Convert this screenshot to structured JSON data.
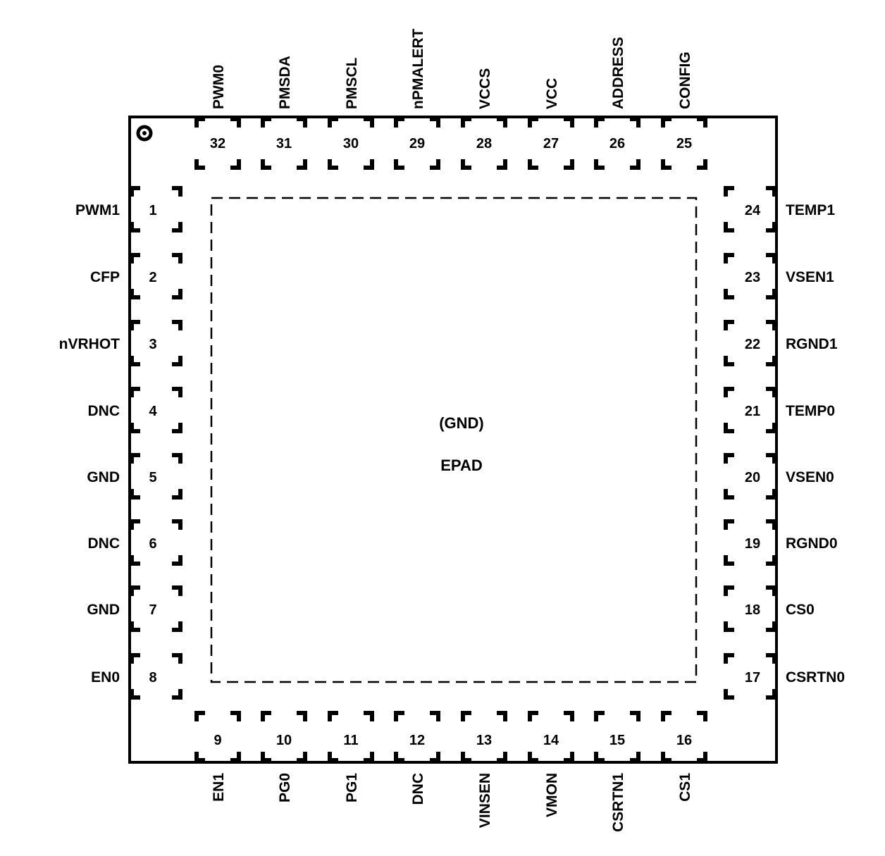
{
  "pins": {
    "left": [
      {
        "num": "1",
        "name": "PWM1"
      },
      {
        "num": "2",
        "name": "CFP"
      },
      {
        "num": "3",
        "name": "nVRHOT"
      },
      {
        "num": "4",
        "name": "DNC"
      },
      {
        "num": "5",
        "name": "GND"
      },
      {
        "num": "6",
        "name": "DNC"
      },
      {
        "num": "7",
        "name": "GND"
      },
      {
        "num": "8",
        "name": "EN0"
      }
    ],
    "bottom": [
      {
        "num": "9",
        "name": "EN1"
      },
      {
        "num": "10",
        "name": "PG0"
      },
      {
        "num": "11",
        "name": "PG1"
      },
      {
        "num": "12",
        "name": "DNC"
      },
      {
        "num": "13",
        "name": "VINSEN"
      },
      {
        "num": "14",
        "name": "VMON"
      },
      {
        "num": "15",
        "name": "CSRTN1"
      },
      {
        "num": "16",
        "name": "CS1"
      }
    ],
    "right": [
      {
        "num": "17",
        "name": "CSRTN0"
      },
      {
        "num": "18",
        "name": "CS0"
      },
      {
        "num": "19",
        "name": "RGND0"
      },
      {
        "num": "20",
        "name": "VSEN0"
      },
      {
        "num": "21",
        "name": "TEMP0"
      },
      {
        "num": "22",
        "name": "RGND1"
      },
      {
        "num": "23",
        "name": "VSEN1"
      },
      {
        "num": "24",
        "name": "TEMP1"
      }
    ],
    "top": [
      {
        "num": "25",
        "name": "CONFIG"
      },
      {
        "num": "26",
        "name": "ADDRESS"
      },
      {
        "num": "27",
        "name": "VCC"
      },
      {
        "num": "28",
        "name": "VCCS"
      },
      {
        "num": "29",
        "name": "nPMALERT"
      },
      {
        "num": "30",
        "name": "PMSCL"
      },
      {
        "num": "31",
        "name": "PMSDA"
      },
      {
        "num": "32",
        "name": "PWM0"
      }
    ]
  },
  "epad": {
    "net_label": "(GND)",
    "label": "EPAD"
  },
  "colors": {
    "stroke": "#000000",
    "background": "#ffffff"
  }
}
